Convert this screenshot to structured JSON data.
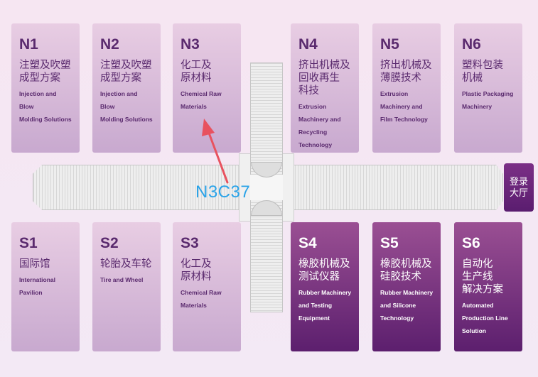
{
  "north_halls": [
    {
      "code": "N1",
      "cn": "注塑及吹塑\n成型方案",
      "en": "Injection and Blow\nMolding Solutions"
    },
    {
      "code": "N2",
      "cn": "注塑及吹塑\n成型方案",
      "en": "Injection and Blow\nMolding Solutions"
    },
    {
      "code": "N3",
      "cn": "化工及\n原材料",
      "en": "Chemical Raw\nMaterials"
    },
    {
      "code": "N4",
      "cn": "挤出机械及\n回收再生\n科技",
      "en": "Extrusion\nMachinery and\nRecycling\nTechnology"
    },
    {
      "code": "N5",
      "cn": "挤出机械及\n薄膜技术",
      "en": "Extrusion\nMachinery and\nFilm Technology"
    },
    {
      "code": "N6",
      "cn": "塑料包装\n机械",
      "en": "Plastic Packaging\nMachinery"
    }
  ],
  "south_halls": [
    {
      "code": "S1",
      "cn": "国际馆",
      "en": "International\nPavilion"
    },
    {
      "code": "S2",
      "cn": "轮胎及车轮",
      "en": "Tire and Wheel"
    },
    {
      "code": "S3",
      "cn": "化工及\n原材料",
      "en": "Chemical Raw\nMaterials"
    },
    {
      "code": "S4",
      "cn": "橡胶机械及\n测试仪器",
      "en": "Rubber Machinery\nand Testing\nEquipment"
    },
    {
      "code": "S5",
      "cn": "橡胶机械及\n硅胶技术",
      "en": "Rubber Machinery\nand Silicone\nTechnology"
    },
    {
      "code": "S6",
      "cn": "自动化\n生产线\n解决方案",
      "en": "Automated\nProduction Line\nSolution"
    }
  ],
  "booth_label": "N3C37",
  "login_button": "登录\n大厅",
  "colors": {
    "light_hall": "#d8bcd9",
    "dark_hall": "#6a2679",
    "booth_label": "#2aa3e8",
    "arrow": "#e8525f"
  }
}
